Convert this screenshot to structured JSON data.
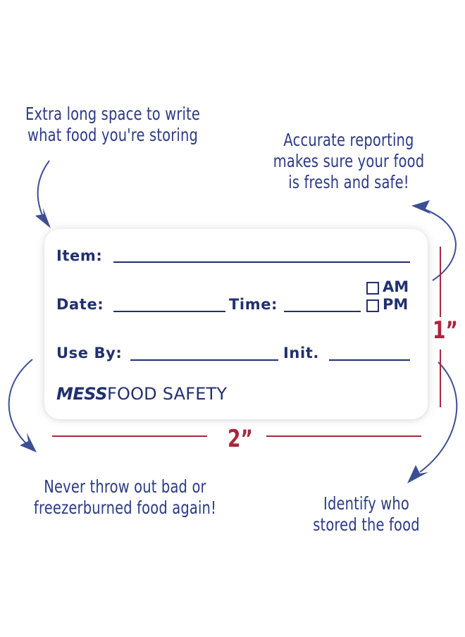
{
  "callouts": {
    "top_left": [
      "Extra long space to write",
      "what food you're storing"
    ],
    "top_right": [
      "Accurate reporting",
      "makes sure your food",
      "is fresh and safe!"
    ],
    "bottom_left": [
      "Never throw out bad or",
      "freezerburned food again!"
    ],
    "bottom_right": [
      "Identify who",
      "stored the food"
    ]
  },
  "label": {
    "item": "Item:",
    "date": "Date:",
    "time": "Time:",
    "am": "AM",
    "pm": "PM",
    "use_by": "Use By:",
    "init": "Init.",
    "brand_bold": "MESS",
    "brand_rest": "FOOD SAFETY"
  },
  "dimensions": {
    "height": "1”",
    "width": "2”"
  },
  "colors": {
    "navy": "#21306e",
    "arrow": "#3d4f94",
    "dimension": "#a8273d"
  }
}
